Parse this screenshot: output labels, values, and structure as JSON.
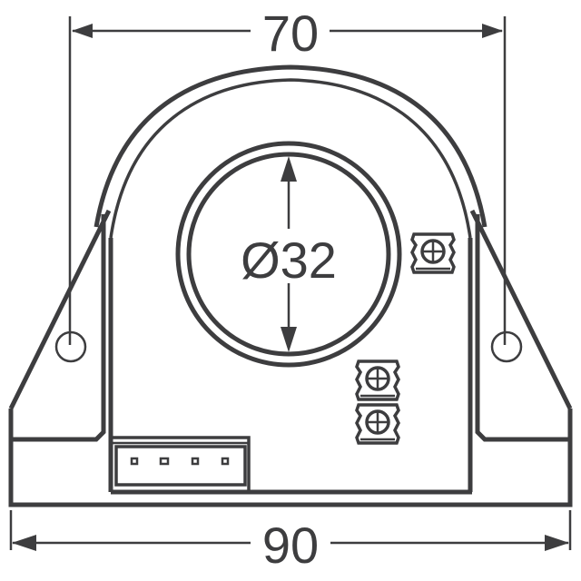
{
  "drawing": {
    "type": "mechanical outline drawing",
    "subject": "current transducer / sensor housing, front view",
    "line_color": "#3d3d3f",
    "background": "#ffffff"
  },
  "dimensions": {
    "top": {
      "label": "70",
      "description": "mounting hole center distance"
    },
    "bottom": {
      "label": "90",
      "description": "overall base width"
    },
    "aperture": {
      "label": "Ø32",
      "description": "primary conductor aperture diameter"
    }
  },
  "features": {
    "mounting_holes": [
      {
        "name": "left-mounting-hole"
      },
      {
        "name": "right-mounting-hole"
      }
    ],
    "trimmers": [
      {
        "name": "trimmer-upper-right"
      },
      {
        "name": "trimmer-lower-1"
      },
      {
        "name": "trimmer-lower-2"
      }
    ],
    "connector": {
      "name": "4-pin-connector",
      "pins": 4
    }
  }
}
